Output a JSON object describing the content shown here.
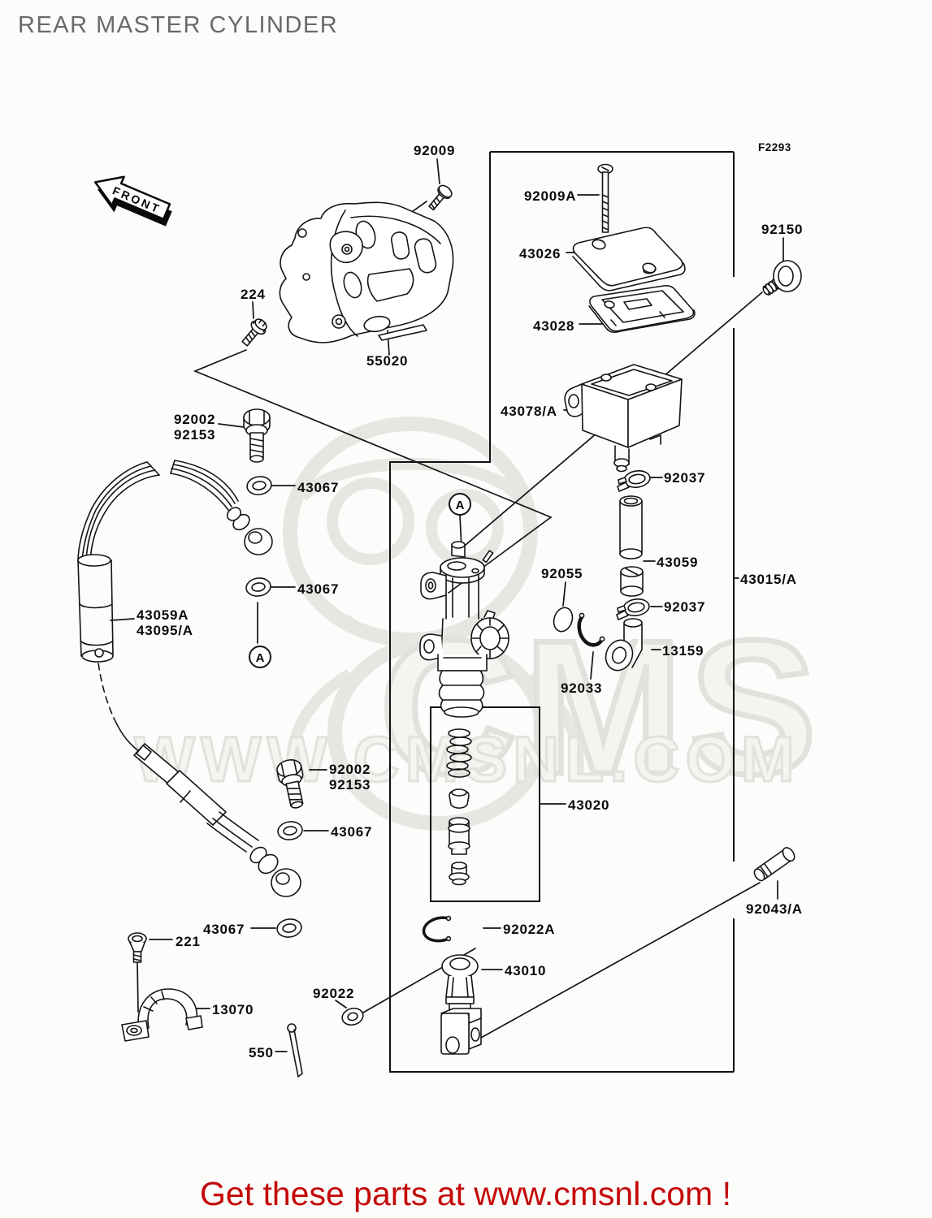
{
  "page": {
    "title": "REAR MASTER CYLINDER",
    "figure_code": "F2293",
    "front_arrow": "FRONT",
    "banner_text": "Get these parts at www.cmsnl.com !",
    "detail_marker": "A",
    "watermark": {
      "brand": "CMS",
      "url": "WWW.CMSNL.COM"
    }
  },
  "parts": {
    "92009": "92009",
    "92009A": "92009A",
    "43026": "43026",
    "43028": "43028",
    "92150": "92150",
    "224": "224",
    "55020": "55020",
    "43078A": "43078/A",
    "92002": "92002",
    "92153": "92153",
    "43067": "43067",
    "92037": "92037",
    "43059": "43059",
    "43015A": "43015/A",
    "13159": "13159",
    "92055": "92055",
    "92033": "92033",
    "43059A": "43059A",
    "43095A": "43095/A",
    "43020": "43020",
    "92022A": "92022A",
    "43010": "43010",
    "92043A": "92043/A",
    "221": "221",
    "13070": "13070",
    "92022": "92022",
    "550": "550"
  }
}
